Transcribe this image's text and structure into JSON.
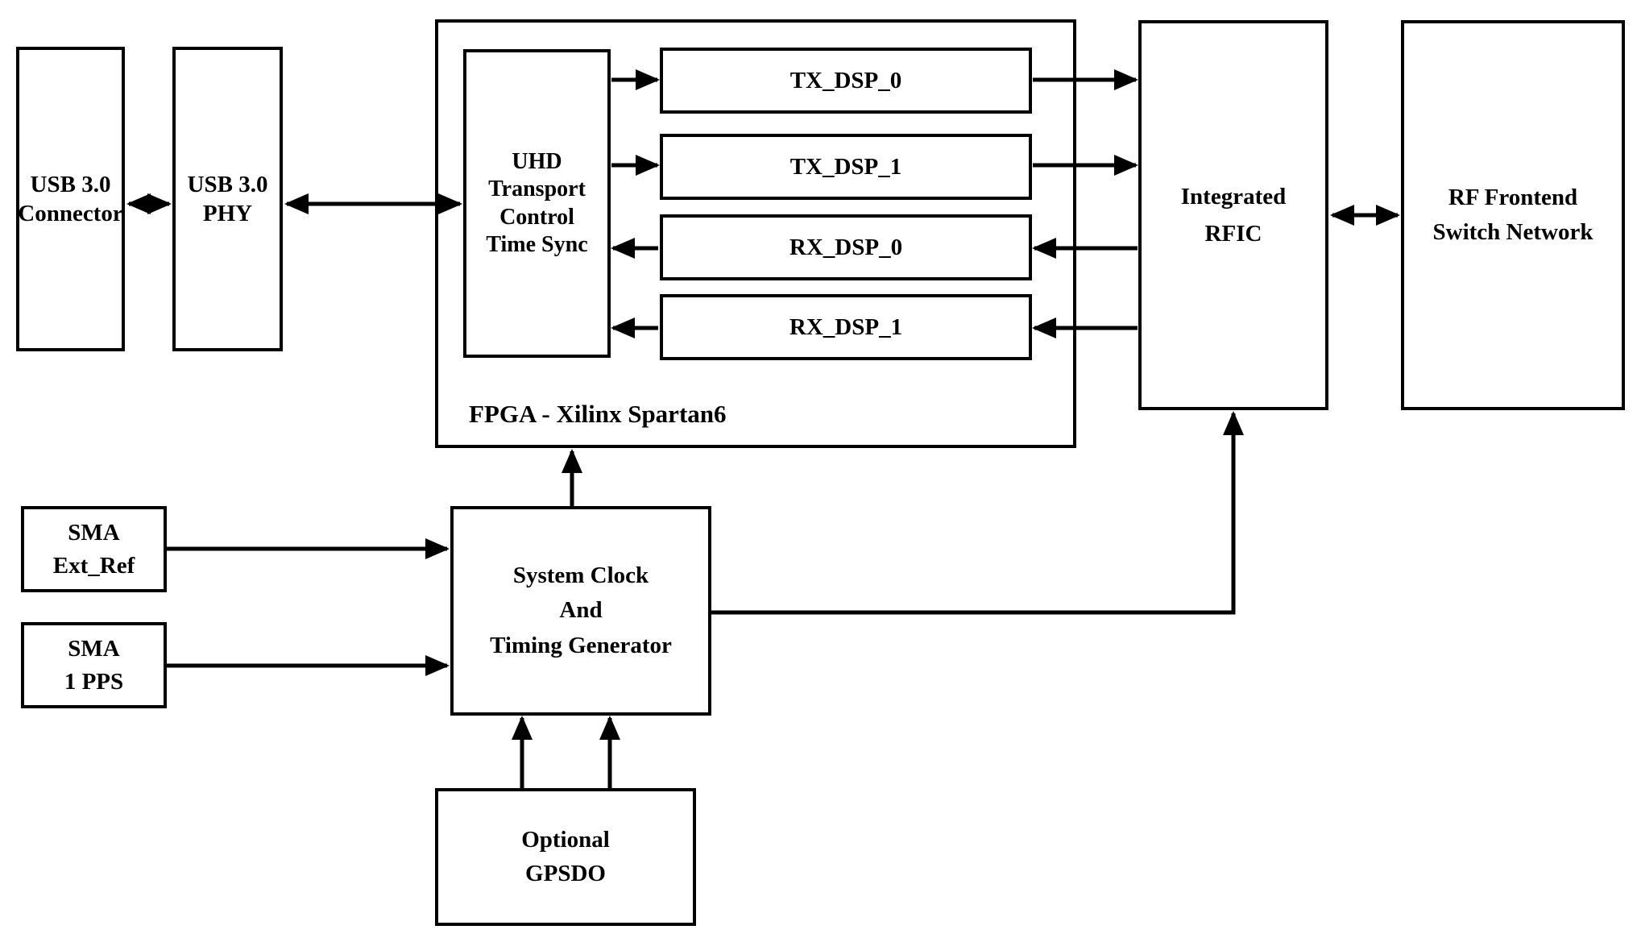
{
  "diagram": {
    "title": "USRP B210 style SDR block diagram",
    "colors": {
      "line": "#000000",
      "background": "#ffffff",
      "text": "#000000"
    },
    "blocks": {
      "usb_connector": {
        "label": "USB 3.0\nConnector"
      },
      "usb_phy": {
        "label": "USB 3.0\nPHY"
      },
      "fpga": {
        "label": "FPGA - Xilinx Spartan6"
      },
      "uhd": {
        "label": "UHD\nTransport\nControl\nTime Sync"
      },
      "tx_dsp_0": {
        "label": "TX_DSP_0"
      },
      "tx_dsp_1": {
        "label": "TX_DSP_1"
      },
      "rx_dsp_0": {
        "label": "RX_DSP_0"
      },
      "rx_dsp_1": {
        "label": "RX_DSP_1"
      },
      "rfic": {
        "label": "Integrated\nRFIC"
      },
      "rf_frontend": {
        "label": "RF Frontend\nSwitch Network"
      },
      "sma_ext_ref": {
        "label": "SMA\nExt_Ref"
      },
      "sma_1pps": {
        "label": "SMA\n1 PPS"
      },
      "sys_clock": {
        "label": "System Clock\nAnd\nTiming Generator"
      },
      "gpsdo": {
        "label": "Optional\nGPSDO"
      }
    },
    "connections": [
      {
        "from": "usb_connector",
        "to": "usb_phy",
        "type": "bidirectional"
      },
      {
        "from": "usb_phy",
        "to": "uhd",
        "type": "bidirectional"
      },
      {
        "from": "uhd",
        "to": "tx_dsp_0",
        "type": "arrow"
      },
      {
        "from": "uhd",
        "to": "tx_dsp_1",
        "type": "arrow"
      },
      {
        "from": "rx_dsp_0",
        "to": "uhd",
        "type": "arrow"
      },
      {
        "from": "rx_dsp_1",
        "to": "uhd",
        "type": "arrow"
      },
      {
        "from": "tx_dsp_0",
        "to": "rfic",
        "type": "arrow"
      },
      {
        "from": "tx_dsp_1",
        "to": "rfic",
        "type": "arrow"
      },
      {
        "from": "rfic",
        "to": "rx_dsp_0",
        "type": "arrow"
      },
      {
        "from": "rfic",
        "to": "rx_dsp_1",
        "type": "arrow"
      },
      {
        "from": "rfic",
        "to": "rf_frontend",
        "type": "bidirectional"
      },
      {
        "from": "sma_ext_ref",
        "to": "sys_clock",
        "type": "arrow"
      },
      {
        "from": "sma_1pps",
        "to": "sys_clock",
        "type": "arrow"
      },
      {
        "from": "sys_clock",
        "to": "fpga",
        "type": "arrow"
      },
      {
        "from": "sys_clock",
        "to": "rfic",
        "type": "arrow"
      },
      {
        "from": "gpsdo",
        "to": "sys_clock",
        "type": "arrow-double-line"
      }
    ]
  }
}
